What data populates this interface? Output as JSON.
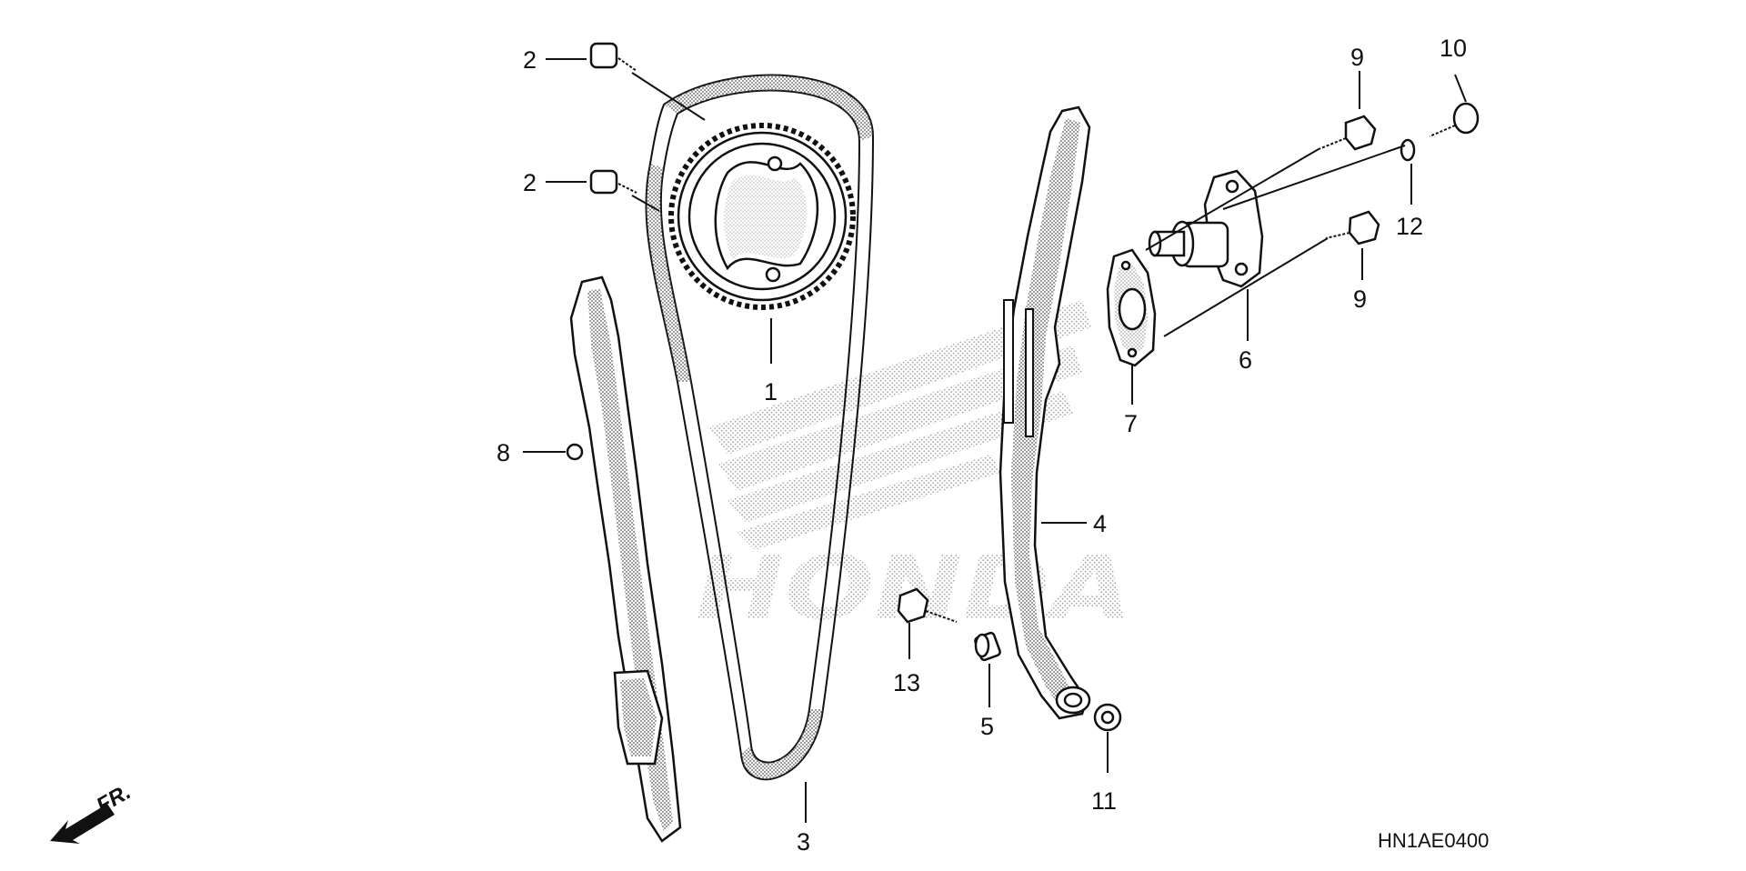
{
  "diagram_code": "HN1AE0400",
  "direction_label": "FR.",
  "watermark": "HONDA",
  "callouts": [
    {
      "id": "c1",
      "label": "1"
    },
    {
      "id": "c2a",
      "label": "2"
    },
    {
      "id": "c2b",
      "label": "2"
    },
    {
      "id": "c3",
      "label": "3"
    },
    {
      "id": "c4",
      "label": "4"
    },
    {
      "id": "c5",
      "label": "5"
    },
    {
      "id": "c6",
      "label": "6"
    },
    {
      "id": "c7",
      "label": "7"
    },
    {
      "id": "c8",
      "label": "8"
    },
    {
      "id": "c9a",
      "label": "9"
    },
    {
      "id": "c9b",
      "label": "9"
    },
    {
      "id": "c10",
      "label": "10"
    },
    {
      "id": "c11",
      "label": "11"
    },
    {
      "id": "c12",
      "label": "12"
    },
    {
      "id": "c13",
      "label": "13"
    }
  ],
  "colors": {
    "ink": "#111111",
    "watermark": "#bfbfbf"
  }
}
